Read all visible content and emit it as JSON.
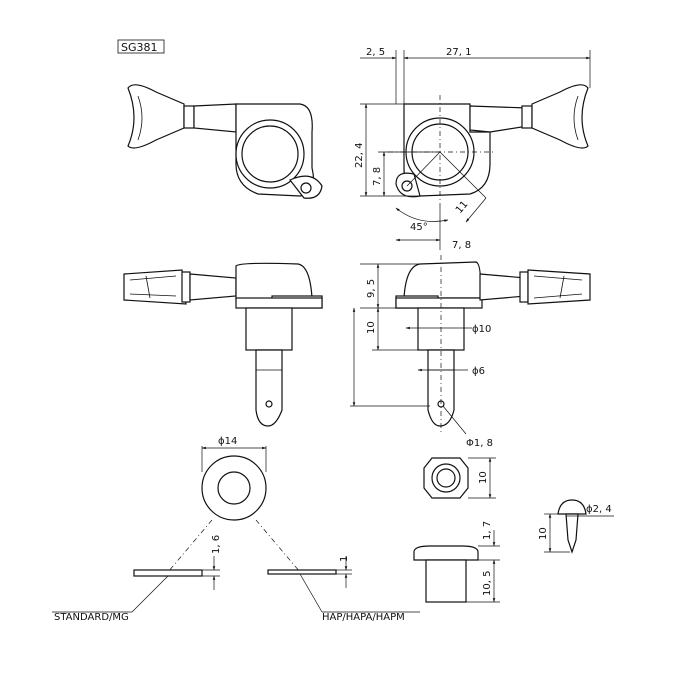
{
  "title": "SG381",
  "dims": {
    "top_offset": "2, 5",
    "top_width": "27, 1",
    "height_total": "22, 4",
    "height_hole": "7, 8",
    "angle": "45°",
    "slant": "11",
    "bottom_width": "7, 8",
    "housing_h": "9, 5",
    "post_len": "10",
    "phi10": "ϕ10",
    "phi6": "ϕ6",
    "phi18": "Φ1, 8",
    "phi14": "ϕ14",
    "nut_h": "10",
    "washer_std": "1, 6",
    "washer_hap": "1",
    "bushing_top": "1, 7",
    "bushing_len": "10, 5",
    "screw_len": "10",
    "screw_phi": "ϕ2, 4"
  },
  "labels": {
    "standard": "STANDARD/MG",
    "hap": "HAP/HAPA/HAPM"
  },
  "colors": {
    "line": "#111111",
    "paper": "#ffffff"
  }
}
